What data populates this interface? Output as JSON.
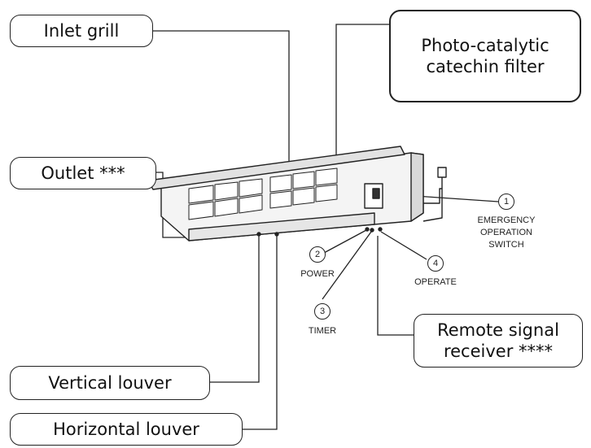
{
  "callouts": {
    "inlet_grill": "Inlet grill",
    "filter": "Photo-catalytic\ncatechin filter",
    "outlet": "Outlet ***",
    "remote_receiver": "Remote signal\nreceiver ****",
    "vertical_louver": "Vertical louver",
    "horizontal_louver": "Horizontal louver"
  },
  "indicators": {
    "emergency": {
      "number": "1",
      "label": "EMERGENCY\nOPERATION\nSWITCH"
    },
    "power": {
      "number": "2",
      "label": "POWER"
    },
    "timer": {
      "number": "3",
      "label": "TIMER"
    },
    "operate": {
      "number": "4",
      "label": "OPERATE"
    }
  },
  "colors": {
    "line": "#222222",
    "unit_fill": "#f4f4f4",
    "unit_shade": "#d9d9d9"
  }
}
